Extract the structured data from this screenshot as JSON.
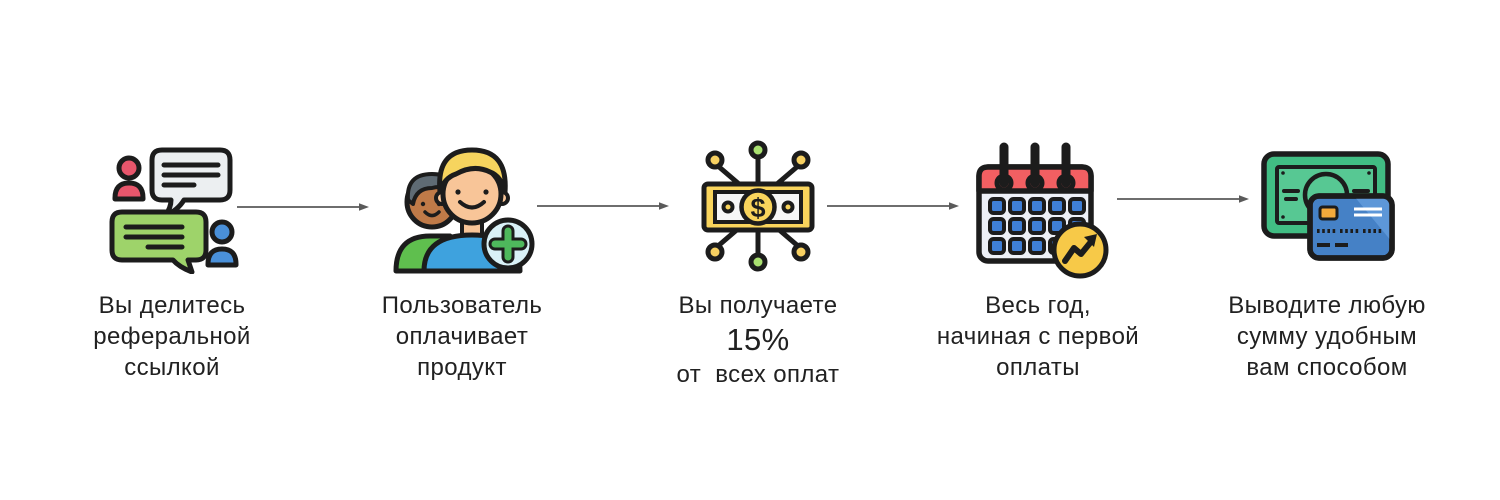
{
  "steps": [
    {
      "id": "share-link",
      "icon": "chat-messages-icon",
      "caption_lines": [
        "Вы делитесь",
        "реферальной",
        "ссылкой"
      ]
    },
    {
      "id": "user-pays",
      "icon": "users-add-icon",
      "caption_lines": [
        "Пользователь",
        "оплачивает",
        "продукт"
      ]
    },
    {
      "id": "you-receive",
      "icon": "money-network-icon",
      "icon_symbol": "$",
      "caption_lines": [
        "Вы получаете",
        "15%",
        "от  всех оплат"
      ]
    },
    {
      "id": "whole-year",
      "icon": "calendar-growth-icon",
      "caption_lines": [
        "Весь год,",
        "начиная с первой",
        "оплаты"
      ]
    },
    {
      "id": "withdraw",
      "icon": "cash-card-icon",
      "caption_lines": [
        "Выводите любую",
        "сумму удобным",
        "вам способом"
      ]
    }
  ],
  "colors": {
    "ink": "#1c1c1c",
    "text": "#212121",
    "arrow": "#5a5a5a",
    "person-red": "#e8566c",
    "person-blue": "#4a90d9",
    "bubble-gray": "#eceff1",
    "bubble-green": "#9ed36a",
    "hair-blonde": "#f6d45e",
    "hair-gray": "#5f6b74",
    "skin-light": "#f8c598",
    "skin-dark": "#bf7a48",
    "shirt-blue": "#3ea2de",
    "shirt-green": "#5fbf4e",
    "plus-bg": "#d9f1f7",
    "plus-green": "#4eb85c",
    "bill-yellow": "#f9d45c",
    "bill-inner": "#f7f7f7",
    "node-green": "#a9e070",
    "node-yellow": "#f7d061",
    "cal-red": "#f25f62",
    "cal-body": "#edf0f7",
    "cal-blue": "#3f7fd6",
    "trend-yellow": "#f7c948",
    "note-green": "#41bd83",
    "note-green-light": "#57c893",
    "card-blue": "#4581c6",
    "card-sheen": "#5d97d8",
    "chip-orange": "#f2a93b",
    "card-stripe": "#ffffff"
  }
}
